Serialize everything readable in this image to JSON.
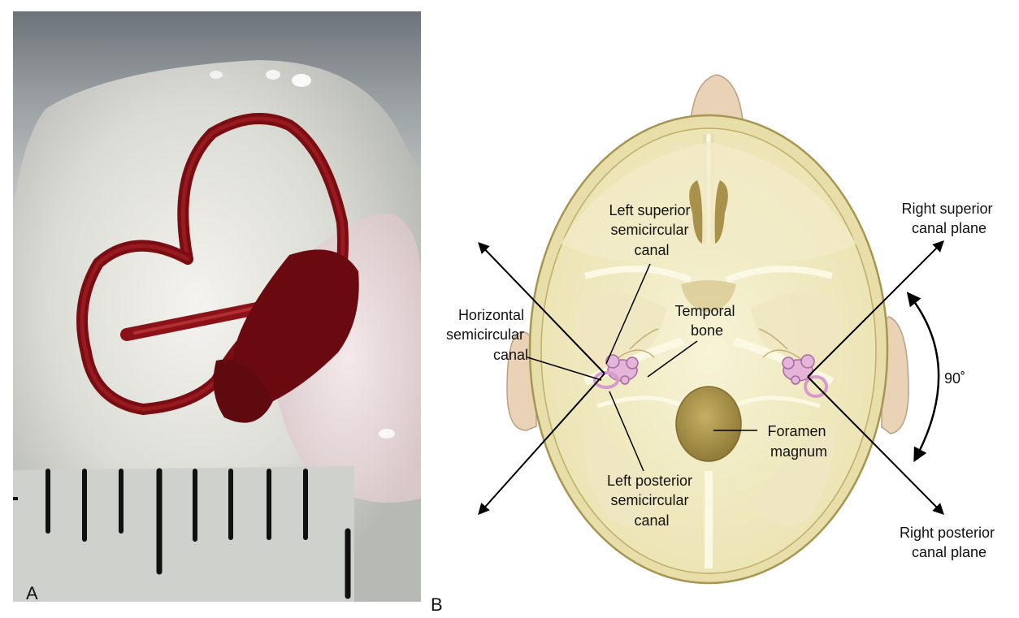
{
  "panel_a": {
    "letter": "A"
  },
  "panel_b": {
    "letter": "B",
    "labels": {
      "left_superior": [
        "Left superior",
        "semicircular",
        "canal"
      ],
      "horizontal": [
        "Horizontal",
        "semicircular",
        "canal"
      ],
      "temporal_bone": [
        "Temporal",
        "bone"
      ],
      "foramen_magnum": [
        "Foramen",
        "magnum"
      ],
      "left_posterior": [
        "Left posterior",
        "semicircular",
        "canal"
      ],
      "right_superior_plane": [
        "Right superior",
        "canal plane"
      ],
      "right_posterior_plane": [
        "Right posterior",
        "canal plane"
      ],
      "angle": "90˚"
    }
  }
}
